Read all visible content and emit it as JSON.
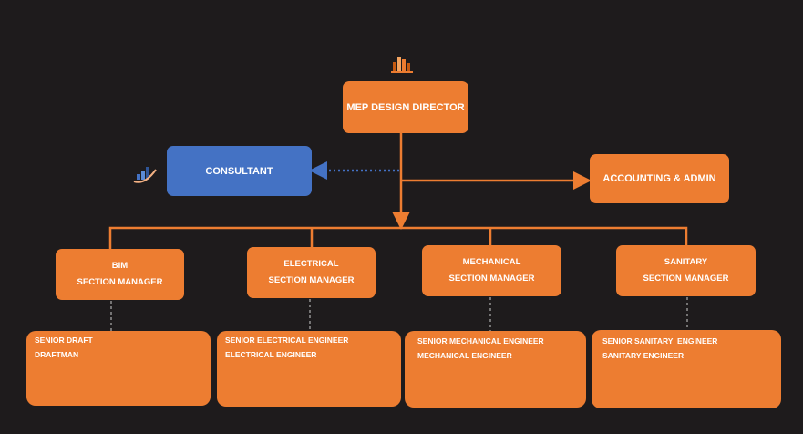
{
  "director": {
    "label": "MEP DESIGN DIRECTOR"
  },
  "consultant": {
    "label": "CONSULTANT"
  },
  "accounting": {
    "label": "ACCOUNTING & ADMIN"
  },
  "managers": [
    {
      "line1": "BIM",
      "line2": "SECTION MANAGER"
    },
    {
      "line1": "ELECTRICAL",
      "line2": "SECTION MANAGER"
    },
    {
      "line1": "MECHANICAL",
      "line2": "SECTION MANAGER"
    },
    {
      "line1": "SANITARY",
      "line2": "SECTION MANAGER"
    }
  ],
  "staff": [
    [
      "SENIOR DRAFT",
      "DRAFTMAN"
    ],
    [
      "SENIOR ELECTRICAL ENGINEER",
      "ELECTRICAL ENGINEER"
    ],
    [
      "SENIOR MECHANICAL ENGINEER",
      "MECHANICAL ENGINEER"
    ],
    [
      "SENIOR SANITARY  ENGINEER",
      "SANITARY ENGINEER"
    ]
  ],
  "colors": {
    "background": "#1e1b1c",
    "node": "#ed7d31",
    "consultant_node": "#4472c4",
    "connector": "#ed7d31",
    "dotted_connector": "#4472c4"
  },
  "icons": {
    "director": "building-icon",
    "consultant": "building-chart-icon"
  }
}
